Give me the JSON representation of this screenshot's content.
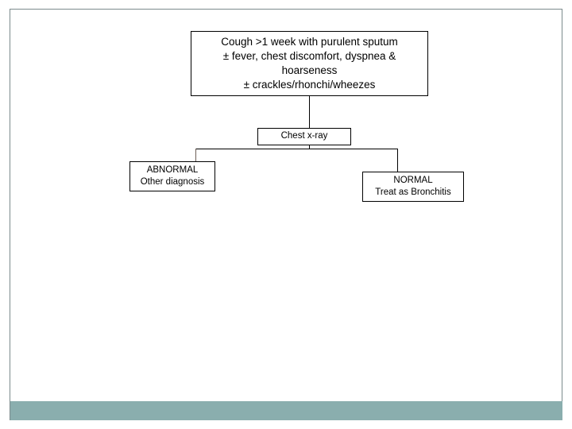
{
  "slide": {
    "background_color": "#ffffff",
    "border_color": "#7b8b8c",
    "footer_band_color": "#8aaeae"
  },
  "flowchart": {
    "nodes": [
      {
        "id": "symptoms",
        "lines": [
          "Cough >1 week with purulent sputum",
          "± fever, chest discomfort, dyspnea &",
          "hoarseness",
          "± crackles/rhonchi/wheezes"
        ]
      },
      {
        "id": "xray",
        "lines": [
          "Chest x-ray"
        ]
      },
      {
        "id": "abnormal",
        "lines": [
          "ABNORMAL",
          "Other diagnosis"
        ]
      },
      {
        "id": "normal",
        "lines": [
          "NORMAL",
          "Treat as Bronchitis"
        ]
      }
    ]
  }
}
